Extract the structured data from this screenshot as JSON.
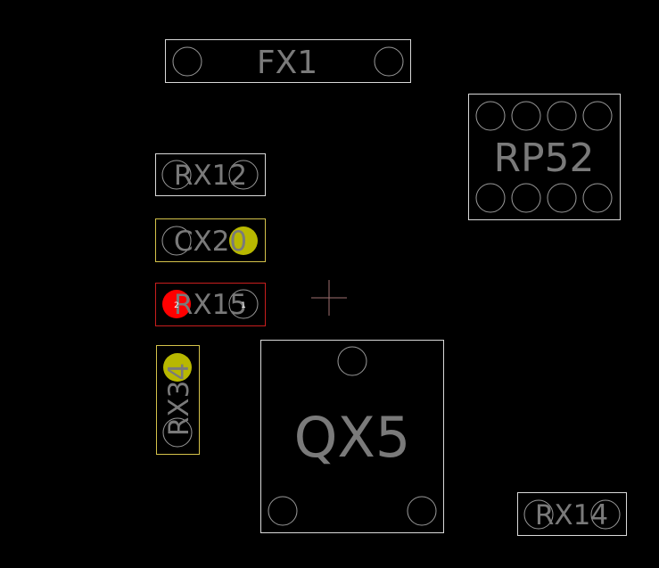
{
  "canvas": {
    "background": "#000000"
  },
  "colors": {
    "outline_default": "#d9d9d9",
    "outline_highlight": "#d4c24a",
    "outline_selected": "#c81e1e",
    "pad_outline": "#9a9a9a",
    "pad_highlight": "#b8b800",
    "pad_selected": "#ff0000",
    "refdes_text": "#7a7a7a",
    "cursor": "#a07070"
  },
  "components": [
    {
      "id": "fx1",
      "refdes": "FX1",
      "state": "normal"
    },
    {
      "id": "rp52",
      "refdes": "RP52",
      "state": "normal"
    },
    {
      "id": "rx12",
      "refdes": "RX12",
      "state": "normal"
    },
    {
      "id": "cx20",
      "refdes": "CX20",
      "state": "highlighted"
    },
    {
      "id": "rx15",
      "refdes": "RX15",
      "state": "selected",
      "pin_labels": [
        "2",
        "1"
      ]
    },
    {
      "id": "rx34",
      "refdes": "RX34",
      "state": "highlighted"
    },
    {
      "id": "qx5",
      "refdes": "QX5",
      "state": "normal"
    },
    {
      "id": "rx14",
      "refdes": "RX14",
      "state": "normal"
    }
  ],
  "cursor": {
    "icon": "crosshair-icon"
  }
}
